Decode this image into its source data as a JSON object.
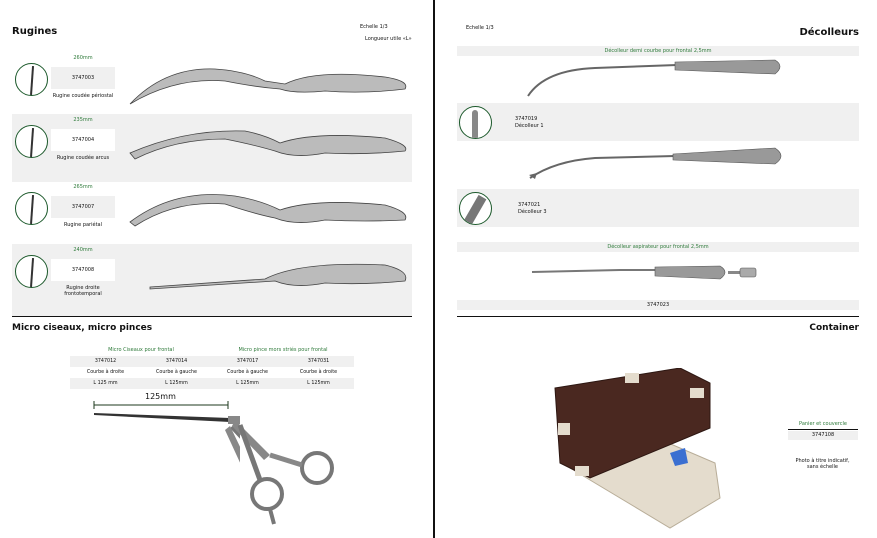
{
  "left": {
    "title": "Rugines",
    "scale": "Echelle 1/3",
    "useful_length": "Longueur utile «L»",
    "rugines": [
      {
        "length": "260mm",
        "code": "3747003",
        "name": "Rugine coudée périostal"
      },
      {
        "length": "235mm",
        "code": "3747004",
        "name": "Rugine coudée arcus"
      },
      {
        "length": "265mm",
        "code": "3747007",
        "name": "Rugine pariétal"
      },
      {
        "length": "240mm",
        "code": "3747008",
        "name": "Rugine droite frontotemporal"
      }
    ],
    "micro": {
      "title": "Micro ciseaux, micro pinces",
      "groups": [
        "Micro Ciseaux pour frontal",
        "Micro pince mors striés pour frontal"
      ],
      "codes": [
        "3747012",
        "3747014",
        "3747017",
        "3747031"
      ],
      "sides": [
        "Courbe à droite",
        "Courbe à gauche",
        "Courbe à gauche",
        "Courbe à droite"
      ],
      "lengths": [
        "L 125 mm",
        "L 125mm",
        "L 125mm",
        "L 125mm"
      ],
      "scale_bar": "125mm"
    }
  },
  "right": {
    "scale": "Echelle 1/3",
    "title": "Décolleurs",
    "band1": "Décolleur demi courbe pour frontal 2,5mm",
    "items": [
      {
        "code": "3747019",
        "name": "Décolleur 1"
      },
      {
        "code": "3747021",
        "name": "Décolleur 3"
      }
    ],
    "band2": "Décolleur aspirateur pour frontal 2,5mm",
    "aspirator_code": "3747023",
    "container": {
      "title": "Container",
      "label": "Panier et couvercle",
      "code": "3747108",
      "note": "Photo à titre indicatif, sans échelle"
    }
  },
  "colors": {
    "accent": "#2e7a3a",
    "band": "#f0f0f0"
  }
}
